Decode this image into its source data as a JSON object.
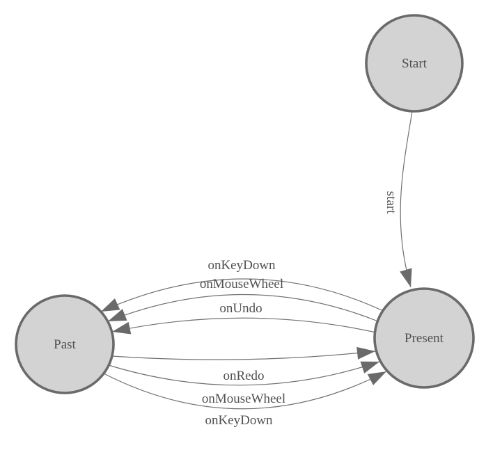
{
  "diagram": {
    "type": "state-machine",
    "nodes": [
      {
        "id": "start-node",
        "label": "Start"
      },
      {
        "id": "present-node",
        "label": "Present"
      },
      {
        "id": "past-node",
        "label": "Past"
      }
    ],
    "edges": [
      {
        "from": "Start",
        "to": "Present",
        "label": "start"
      },
      {
        "from": "Present",
        "to": "Past",
        "label": "onKeyDown"
      },
      {
        "from": "Present",
        "to": "Past",
        "label": "onMouseWheel"
      },
      {
        "from": "Present",
        "to": "Past",
        "label": "onUndo"
      },
      {
        "from": "Past",
        "to": "Present",
        "label": "onRedo"
      },
      {
        "from": "Past",
        "to": "Present",
        "label": "onMouseWheel"
      },
      {
        "from": "Past",
        "to": "Present",
        "label": "onKeyDown"
      }
    ],
    "colors": {
      "background": "#ffffff",
      "node_fill": "#d3d3d3",
      "node_border": "#6a6a6a",
      "edge": "#707070",
      "arrow": "#6a6a6a",
      "text": "#515151"
    }
  }
}
